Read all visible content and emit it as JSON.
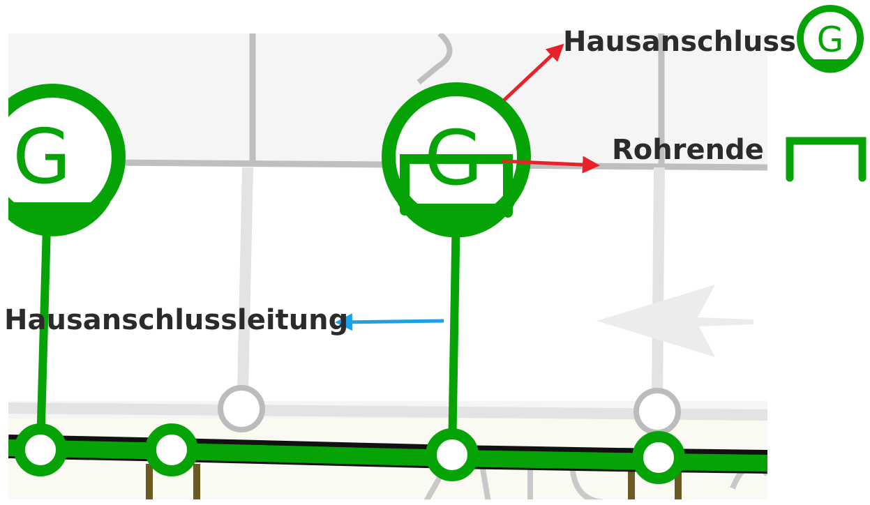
{
  "diagram": {
    "house_symbol_letter": "G",
    "labels": {
      "house_connection": "Hausanschluss",
      "pipe_end": "Rohrende",
      "house_connection_line": "Hausanschlussleitung"
    },
    "colors": {
      "network_green": "#06a306",
      "arrow_red": "#e8222a",
      "arrow_blue": "#1ea0e6",
      "map_background": "#f5f5f5",
      "map_gray_line": "#bfbfbf",
      "label_text": "#2b2b2b"
    }
  }
}
